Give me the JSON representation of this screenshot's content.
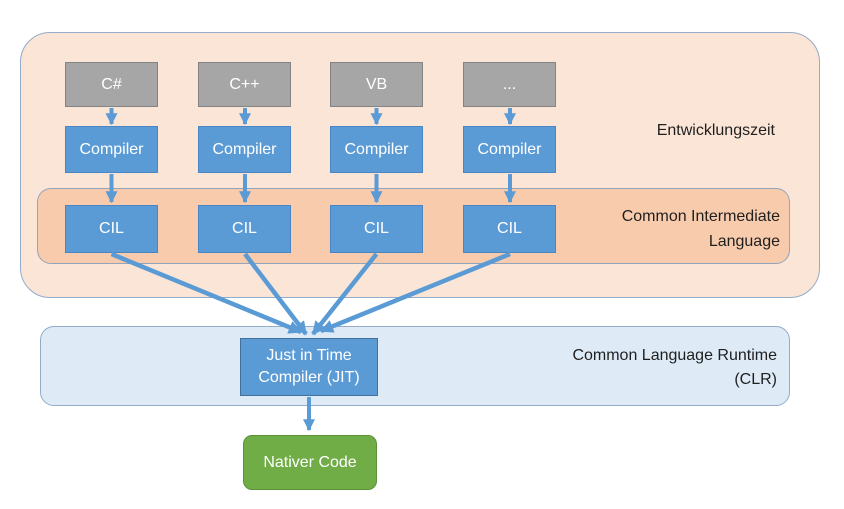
{
  "colors": {
    "box_blue": "#5B9BD5",
    "box_blue_border": "#41719C",
    "box_gray": "#A6A6A6",
    "box_gray_border": "#838383",
    "box_green": "#70AD47",
    "box_green_border": "#5A9139",
    "band_outer_orange": "#FBE5D6",
    "band_inner_orange": "#F8CBAD",
    "band_runtime_blue": "#DEEBF7",
    "band_border": "#94ABC9",
    "arrow_blue": "#5B9BD5",
    "label_text": "#1F1F1F"
  },
  "development": {
    "label": "Entwicklungszeit",
    "columns": [
      {
        "language": "C#",
        "compiler": "Compiler",
        "cil": "CIL"
      },
      {
        "language": "C++",
        "compiler": "Compiler",
        "cil": "CIL"
      },
      {
        "language": "VB",
        "compiler": "Compiler",
        "cil": "CIL"
      },
      {
        "language": "...",
        "compiler": "Compiler",
        "cil": "CIL"
      }
    ],
    "cil_band": {
      "label_line1": "Common Intermediate",
      "label_line2": "Language"
    }
  },
  "runtime": {
    "label_line1": "Common Language Runtime",
    "label_line2": "(CLR)",
    "jit_box": {
      "line1": "Just in Time",
      "line2": "Compiler (JIT)"
    }
  },
  "native": {
    "label": "Nativer Code"
  }
}
